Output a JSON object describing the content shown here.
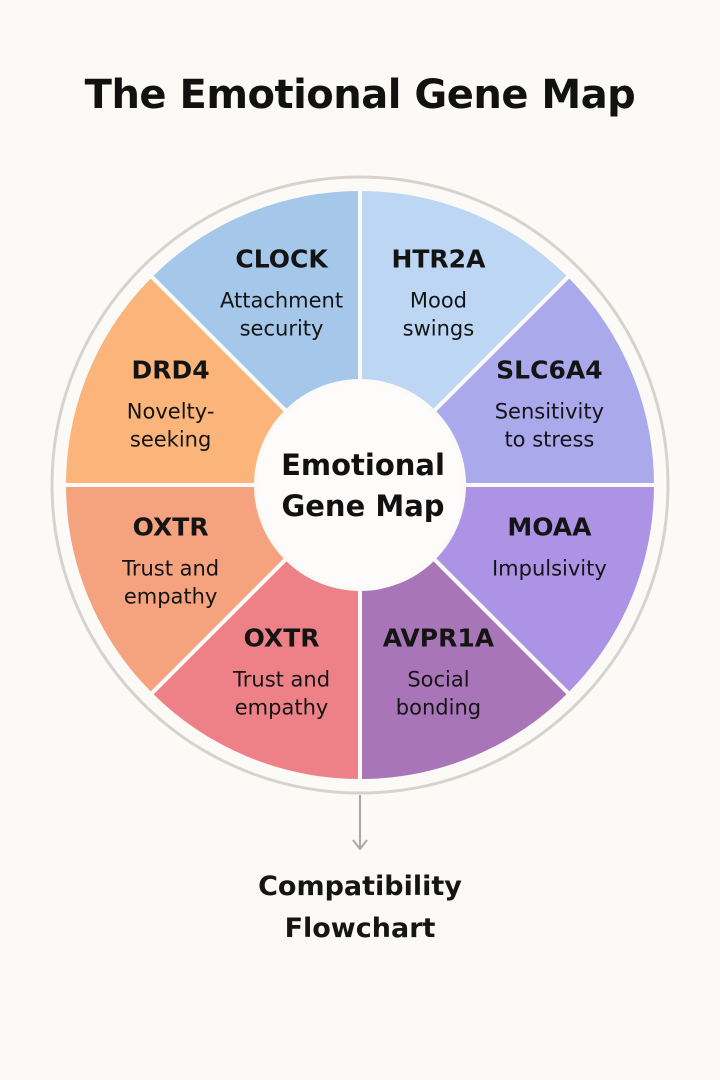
{
  "title": "The Emotional Gene Map",
  "center": {
    "line1": "Emotional",
    "line2": "Gene Map"
  },
  "segments": [
    {
      "gene": "HTR2A",
      "trait_line1": "Mood",
      "trait_line2": "swings",
      "color": "#bcd6f4"
    },
    {
      "gene": "SLC6A4",
      "trait_line1": "Sensitivity",
      "trait_line2": "to stress",
      "color": "#aaa9ec"
    },
    {
      "gene": "MOAA",
      "trait_line1": "Impulsivity",
      "trait_line2": "",
      "color": "#ad93e6"
    },
    {
      "gene": "AVPR1A",
      "trait_line1": "Social",
      "trait_line2": "bonding",
      "color": "#a875b8"
    },
    {
      "gene": "OXTR",
      "trait_line1": "Trust and",
      "trait_line2": "empathy",
      "color": "#ee8087"
    },
    {
      "gene": "OXTR",
      "trait_line1": "Trust and",
      "trait_line2": "empathy",
      "color": "#f5a27f"
    },
    {
      "gene": "DRD4",
      "trait_line1": "Novelty-",
      "trait_line2": "seeking",
      "color": "#fbb47a"
    },
    {
      "gene": "CLOCK",
      "trait_line1": "Attachment",
      "trait_line2": "security",
      "color": "#a5c8ea"
    }
  ],
  "footer": {
    "line1": "Compatibility",
    "line2": "Flowchart"
  },
  "colors": {
    "outer_ring": "#d6d3cf",
    "background": "#fbfaf7",
    "center_fill": "#fdfcfa",
    "arrow": "#a8a8a8"
  }
}
